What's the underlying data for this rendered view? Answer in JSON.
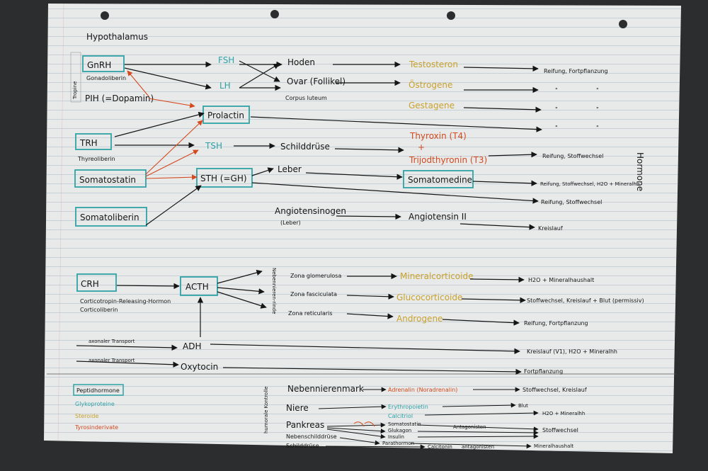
{
  "colors": {
    "paper": "#e9ebeb",
    "line": "#b7c3cc",
    "ink": "#151515",
    "teal": "#2fa2a6",
    "yellow": "#c9a12c",
    "red": "#d4491d"
  },
  "hypothalamus": {
    "title": "Hypothalamus",
    "side_label": "Tropine"
  },
  "hormones_label": "Hormone",
  "nodes": {
    "gnrh": "GnRH",
    "gnrh_sub": "Gonadoliberin",
    "pih": "PIH (=Dopamin)",
    "trh": "TRH",
    "trh_sub": "Thyreoliberin",
    "somatostatin": "Somatostatin",
    "somatoliberin": "Somatoliberin",
    "crh": "CRH",
    "crh_sub1": "Corticotropin-Releasing-Hormon",
    "crh_sub2": "Corticoliberin",
    "fsh": "FSH",
    "lh": "LH",
    "prolactin": "Prolactin",
    "tsh": "TSH",
    "sth": "STH (=GH)",
    "acth": "ACTH",
    "adh": "ADH",
    "oxytocin": "Oxytocin",
    "transport1": "axonaler Transport",
    "transport2": "axonaler Transport",
    "hoden": "Hoden",
    "ovar": "Ovar (Follikel)",
    "corpus": "Corpus luteum",
    "schilddruese": "Schilddrüse",
    "leber": "Leber",
    "angiotensinogen": "Angiotensinogen",
    "angiotensinogen_sub": "(Leber)",
    "nebennieren_rinde": "Nebennieren-rinde",
    "zona1": "Zona glomerulosa",
    "zona2": "Zona fasciculata",
    "zona3": "Zona reticularis",
    "testosteron": "Testosteron",
    "oestrogene": "Östrogene",
    "gestagene": "Gestagene",
    "thyroxin": "Thyroxin (T4)",
    "plus": "+",
    "trijod": "Trijodthyronin (T3)",
    "somatomedine": "Somatomedine",
    "angiotensin2": "Angiotensin II",
    "mineral": "Mineralcorticoide",
    "gluco": "Glucocorticoide",
    "androgene": "Androgene",
    "e1": "Reifung, Fortpflanzung",
    "d1": "\"",
    "d2": "\"",
    "d3": "\"",
    "d4": "\"",
    "d5": "\"",
    "d6": "\"",
    "e_tsh": "Reifung, Stoffwechsel",
    "e_somato": "Reifung, Stoffwechsel, H2O + Mineralhh",
    "e_sth": "Reifung, Stoffwechsel",
    "e_kreislauf": "Kreislauf",
    "e_mineral": "H2O + Mineralhaushalt",
    "e_gluco": "Stoffwechsel, Kreislauf + Blut (permissiv)",
    "e_andro": "Reifung, Fortpflanzung",
    "e_adh": "Kreislauf (V1), H2O + Mineralhh",
    "e_oxy": "Fortpflanzung"
  },
  "legend": {
    "peptid": "Peptidhormone",
    "glyko": "Glykoproteine",
    "steroid": "Steroide",
    "tyros": "Tyrosinderivate"
  },
  "bottom": {
    "humorale": "humorale Kontrolle",
    "nebennierenmark": "Nebennierenmark",
    "adrenalin": "Adrenalin (Noradrenalin)",
    "e_adr": "Stoffwechsel, Kreislauf",
    "niere": "Niere",
    "erythro": "Erythropoietin",
    "calcitriol": "Calcitriol",
    "e_blut": "Blut",
    "e_h2o": "H2O + Mineralhh",
    "pankreas": "Pankreas",
    "p_somato": "Somatostatin",
    "p_glukagon": "Glukagon",
    "p_insulin": "Insulin",
    "antagonisten": "Antagonisten",
    "e_stoff": "Stoffwechsel",
    "nebenschild": "Nebenschilddrüse",
    "schild": "Schilddrüse",
    "parathormon": "Parathormon",
    "calcitonin": "Calcitonin",
    "antag2": "antagonisten",
    "e_mineral": "Mineralhaushalt"
  }
}
